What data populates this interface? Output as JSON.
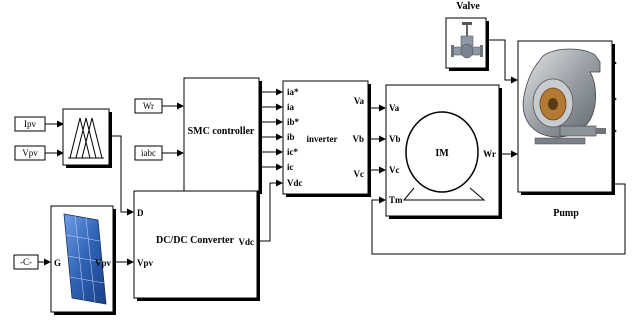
{
  "blocks": {
    "valve": {
      "label": "Valve"
    },
    "pump": {
      "label": "Pump"
    },
    "ipv_input": {
      "label": "Ipv"
    },
    "vpv_input": {
      "label": "Vpv"
    },
    "wr_input": {
      "label": "Wr"
    },
    "iabc_input": {
      "label": "iabc"
    },
    "const_block": {
      "label": "-C-"
    },
    "pv_panel": {
      "port_in": "G",
      "port_out": "Vpv"
    },
    "smc_controller": {
      "label": "SMC controller",
      "outputs": [
        "ia*",
        "ia",
        "ib*",
        "ib",
        "ic*",
        "ic",
        "Vdc"
      ]
    },
    "inverter": {
      "label": "inverter",
      "outputs": [
        "Va",
        "Vb",
        "Vc"
      ]
    },
    "dcdc_converter": {
      "label": "DC/DC Converter",
      "inputs": [
        "D",
        "Vpv"
      ],
      "output": "Vdc"
    },
    "motor": {
      "label": "IM",
      "inputs": [
        "Va",
        "Vb",
        "Vc",
        "Tm"
      ],
      "output": "Wr"
    }
  },
  "colors": {
    "line": "#000000",
    "background": "#ffffff",
    "pv_panel": "#2f62b5",
    "pump_metal": "#9aa0a6",
    "impeller": "#c98a3c",
    "valve_body": "#8e99a6"
  }
}
